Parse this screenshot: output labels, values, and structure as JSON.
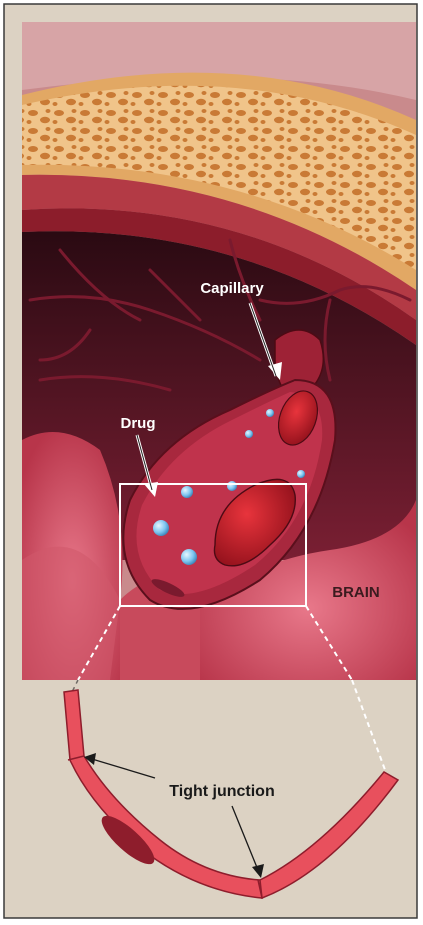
{
  "labels": {
    "capillary": "Capillary",
    "drug": "Drug",
    "brain": "BRAIN",
    "tight_junction": "Tight junction"
  },
  "colors": {
    "panel_background": "#dcd2c3",
    "frame": "#3a3a3a",
    "bone": "#d99a55",
    "vessel": "#e8505d",
    "vessel_dark": "#8e1d2c",
    "drug_particle": "#7ec6f0",
    "label_light": "#ffffff",
    "label_dark": "#1a1a1a"
  },
  "icons": [
    "capillary-icon",
    "red-blood-cell-icon",
    "drug-particle-icon",
    "arrow-icon",
    "zoom-box-icon"
  ]
}
